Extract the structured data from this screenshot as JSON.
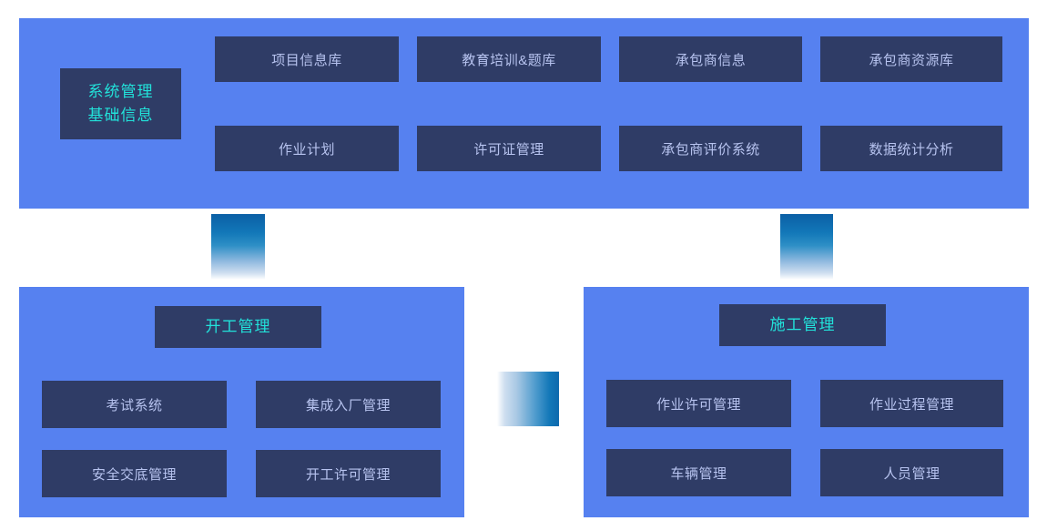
{
  "diagram": {
    "colors": {
      "panel_background": "#5681f0",
      "tile_background": "#2f3c66",
      "title_text": "#22e2da",
      "tile_text": "#b7c3ef",
      "connector_dark": "#0b5fa5",
      "connector_light": "#ffffff",
      "page_background": "#ffffff"
    },
    "panels": [
      {
        "id": "system-management",
        "title": "系统管理\n基础信息",
        "modules": [
          {
            "label": "项目信息库"
          },
          {
            "label": "教育培训&题库"
          },
          {
            "label": "承包商信息"
          },
          {
            "label": "承包商资源库"
          },
          {
            "label": "作业计划"
          },
          {
            "label": "许可证管理"
          },
          {
            "label": "承包商评价系统"
          },
          {
            "label": "数据统计分析"
          }
        ]
      },
      {
        "id": "startup-management",
        "title": "开工管理",
        "modules": [
          {
            "label": "考试系统"
          },
          {
            "label": "集成入厂管理"
          },
          {
            "label": "安全交底管理"
          },
          {
            "label": "开工许可管理"
          }
        ]
      },
      {
        "id": "construction-management",
        "title": "施工管理",
        "modules": [
          {
            "label": "作业许可管理"
          },
          {
            "label": "作业过程管理"
          },
          {
            "label": "车辆管理"
          },
          {
            "label": "人员管理"
          }
        ]
      }
    ],
    "connectors": [
      {
        "id": "connector-left",
        "direction": "vertical",
        "from": "system-management",
        "to": "startup-management"
      },
      {
        "id": "connector-right",
        "direction": "vertical",
        "from": "system-management",
        "to": "construction-management"
      },
      {
        "id": "connector-mid",
        "direction": "horizontal",
        "from": "startup-management",
        "to": "construction-management"
      }
    ]
  }
}
